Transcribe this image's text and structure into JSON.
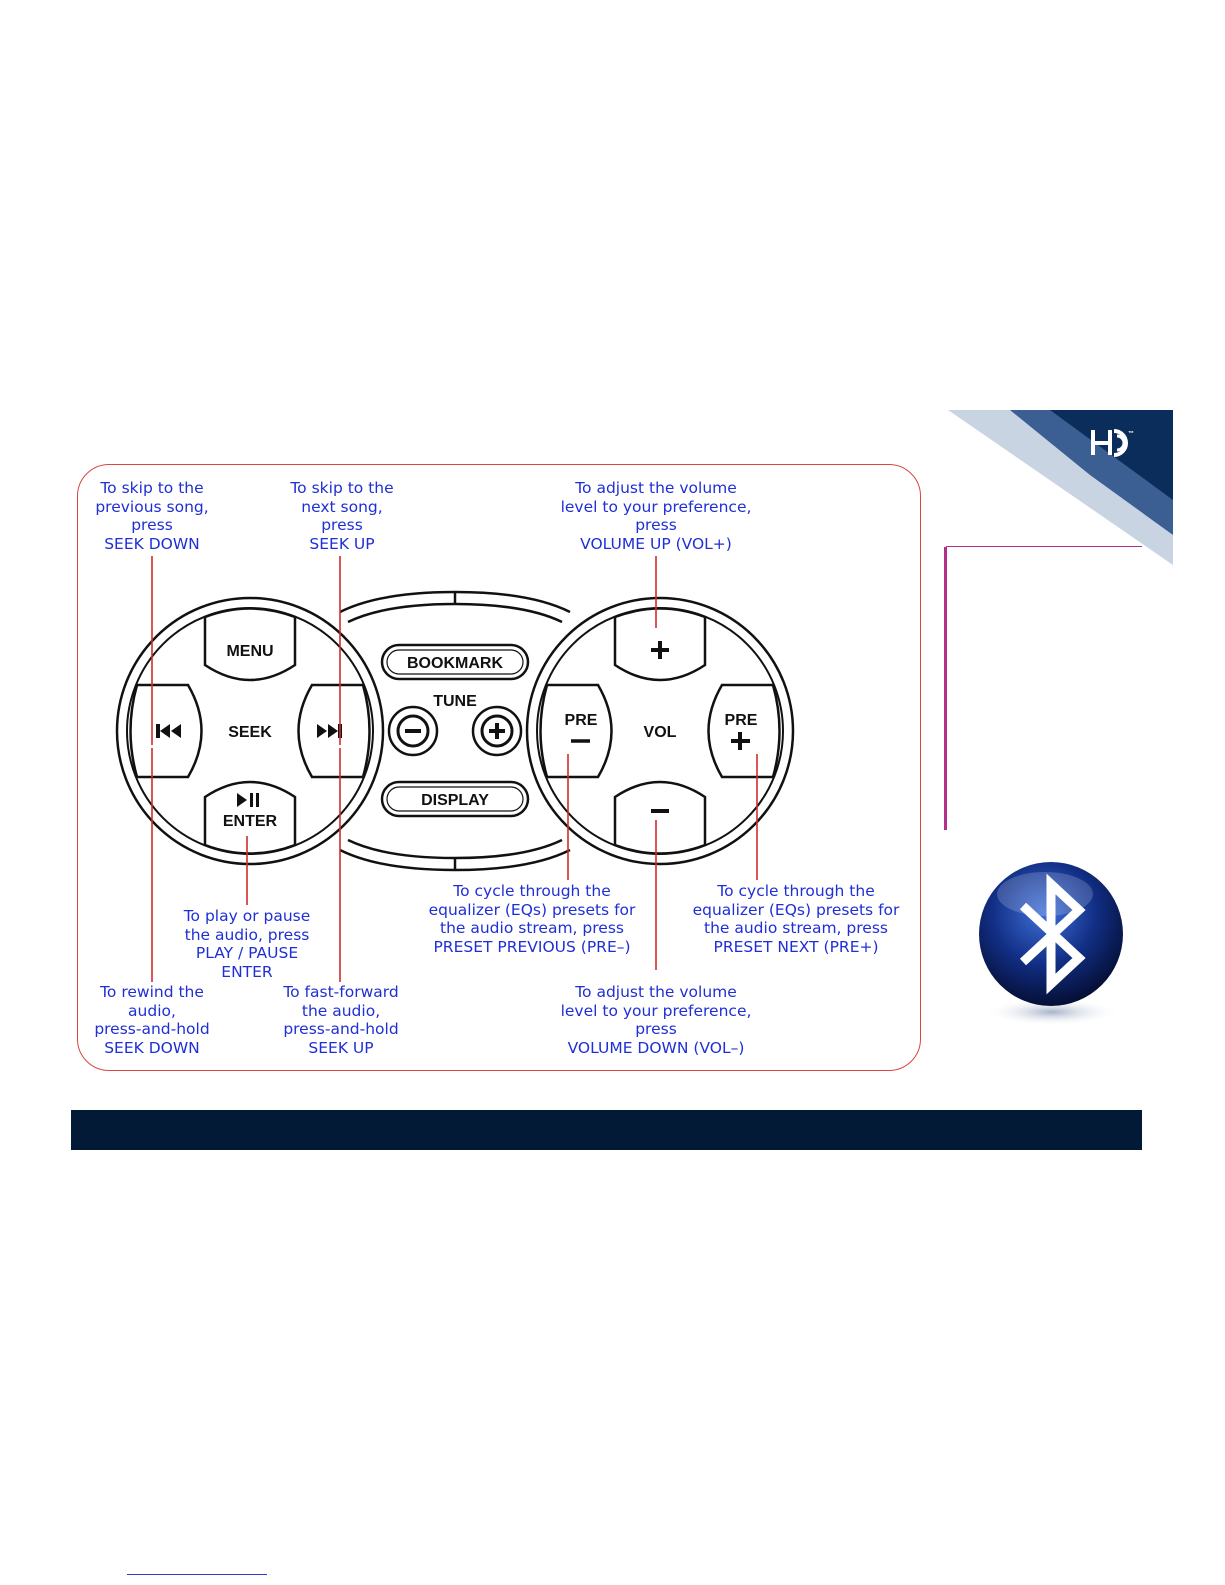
{
  "controller": {
    "menu_label": "MENU",
    "seek_label": "SEEK",
    "enter_label": "ENTER",
    "bookmark_label": "BOOKMARK",
    "tune_label": "TUNE",
    "display_label": "DISPLAY",
    "pre_label": "PRE",
    "vol_label": "VOL"
  },
  "callouts": {
    "seek_down": [
      "To skip to the",
      "previous song,",
      "press",
      "SEEK DOWN"
    ],
    "seek_up": [
      "To skip to the",
      "next song,",
      "press",
      "SEEK UP"
    ],
    "vol_up": [
      "To adjust the volume",
      "level to your preference,",
      "press",
      "VOLUME UP (VOL+)"
    ],
    "play_pause": [
      "To play or pause",
      "the audio, press",
      "PLAY / PAUSE",
      "ENTER"
    ],
    "rewind": [
      "To rewind the",
      "audio,",
      "press-and-hold",
      "SEEK DOWN"
    ],
    "fast_forward": [
      "To fast-forward",
      "the audio,",
      "press-and-hold",
      "SEEK UP"
    ],
    "pre_prev": [
      "To cycle through the",
      "equalizer (EQs) presets for",
      "the audio stream, press",
      "PRESET PREVIOUS (PRE–)"
    ],
    "pre_next": [
      "To cycle through the",
      "equalizer (EQs) presets for",
      "the audio stream, press",
      "PRESET NEXT (PRE+)"
    ],
    "vol_down": [
      "To adjust the volume",
      "level to your preference,",
      "press",
      "VOLUME DOWN (VOL–)"
    ]
  },
  "colors": {
    "callout_text": "#1f2fd6",
    "leader_line": "#d42b2b",
    "frame_border": "#d9473f",
    "page_bar": "#021a35",
    "corner_dark": "#0b2d5c",
    "corner_mid": "#3b5f93",
    "side_rule": "#b0308a"
  },
  "icons": [
    "hd-logo-icon",
    "bluetooth-icon",
    "seek-back-icon",
    "seek-forward-icon",
    "play-pause-icon",
    "minus-icon",
    "plus-icon"
  ]
}
